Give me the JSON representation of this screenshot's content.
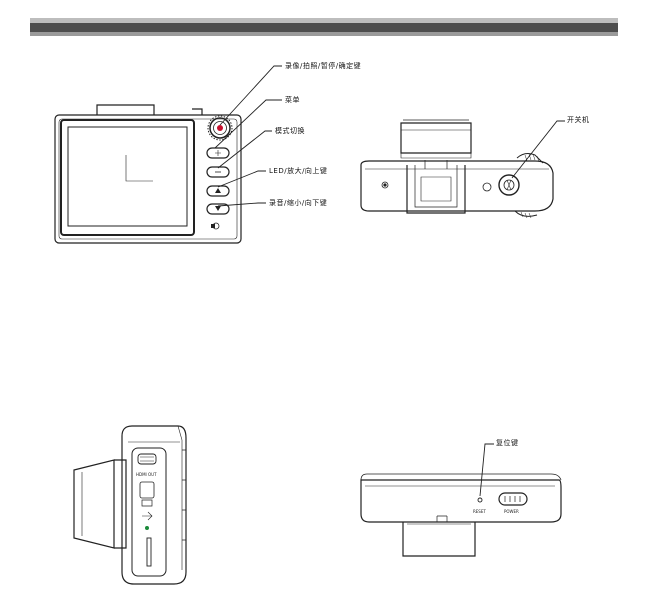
{
  "callouts": {
    "back": [
      "录像/拍照/暂停/确定键",
      "菜单",
      "模式切换",
      "LED/放大/向上键",
      "录音/缩小/向下键"
    ],
    "top": "开关机",
    "bottom": "复位键"
  },
  "panel_labels": {
    "hdmi": "HDMI OUT",
    "reset": "RESET",
    "power": "POWER"
  },
  "colors": {
    "line": "#222222",
    "header_dark": "#4d4d4d",
    "header_light": "#bdbdbd"
  }
}
